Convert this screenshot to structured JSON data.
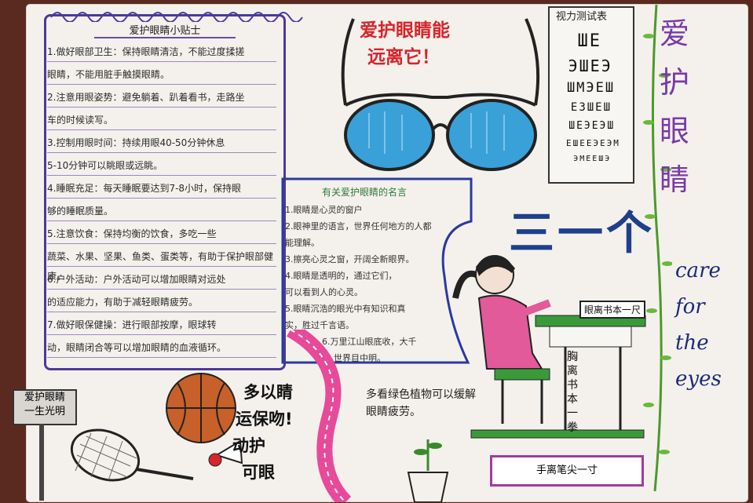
{
  "tips": {
    "title": "爱护眼睛小贴士",
    "items": [
      "1.做好眼部卫生：保持眼睛清洁，不能过度揉搓",
      "眼睛，不能用脏手触摸眼睛。",
      "2.注意用眼姿势：避免躺着、趴着看书，走路坐",
      "车的时候读写。",
      "3.控制用眼时间：持续用眼40-50分钟休息",
      "5-10分钟可以眺眼或远眺。",
      "4.睡眠充足：每天睡眠要达到7-8小时，保持眼",
      "够的睡眠质量。",
      "5.注意饮食：保持均衡的饮食，多吃一些",
      "蔬菜、水果、坚果、鱼类、蛋类等，有助于保护眼部健康。",
      "6.户外活动：户外活动可以增加眼睛对远处",
      "的适应能力，有助于减轻眼睛疲劳。",
      "7.做好眼保健操：进行眼部按摩，眼球转",
      "动，眼睛闭合等可以增加眼睛的血液循环。"
    ]
  },
  "glasses": {
    "title_line1": "爱护眼睛能",
    "title_line2": "远离它！"
  },
  "eye_chart": {
    "title": "视力测试表",
    "rows": [
      "ШE",
      "ЭШEЭ",
      "ШМЭEШ",
      "ЕЗШЕШ",
      "ШЕЭЕЭШ",
      "ЕШЕЕЭЕЭМ",
      "ЭМЕЕШЭ"
    ]
  },
  "quotes": {
    "title": "有关爱护眼睛的名言",
    "items": [
      "1.眼睛是心灵的窗户",
      "2.眼神里的语言，世界任何地方的人都",
      "能理解。",
      "3.擦亮心灵之窗，开阔全新眼界。",
      "4.眼睛是透明的，通过它们，",
      "可以看到人的心灵。",
      "5.眼睛沉浩的眼光中有知识和真",
      "实，胜过千言语。",
      "6.万里江山眼底收，大千",
      "世界目中明。"
    ]
  },
  "three_one": "三一个",
  "labels": {
    "book_distance": "眼离书本一尺",
    "chest_distance": "胸离书本一拳",
    "hand_distance": "手离笔尖一寸"
  },
  "sign": {
    "line1": "爱护眼睛",
    "line2": "一生光明"
  },
  "slogan": {
    "col1": "多运动",
    "col2": "以保护",
    "col3": "睛吻！眼"
  },
  "slogan_lines": [
    "多以睛",
    "运保吻!",
    "动护",
    "可眼"
  ],
  "plant_text": "多看绿色植物可以缓解眼睛疲劳。",
  "vertical_title": [
    "爱",
    "护",
    "眼",
    "睛"
  ],
  "english": [
    "care",
    "for",
    "the",
    "eyes"
  ],
  "colors": {
    "purple": "#4a3a9a",
    "red": "#d8242b",
    "blue": "#1f3f8c",
    "lens": "#3aa0d8",
    "green": "#4a9a2a"
  }
}
